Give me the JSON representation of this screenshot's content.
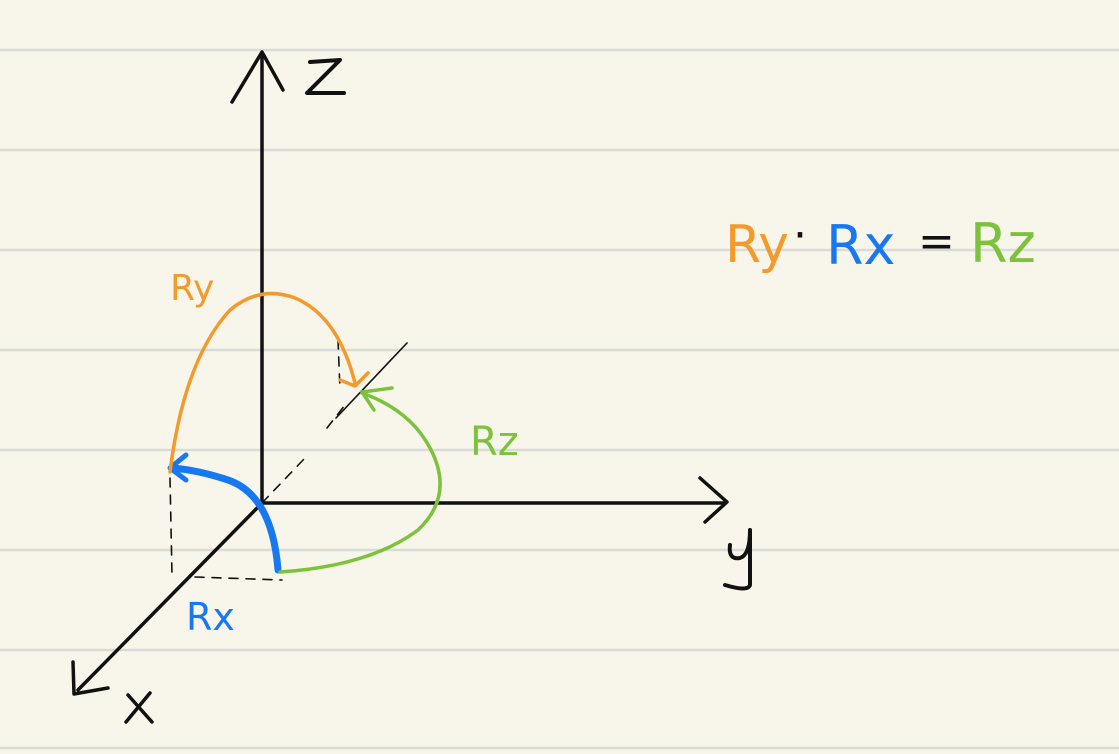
{
  "colors": {
    "paper": "#f8f6ea",
    "rule_line": "#d9dbd8",
    "ink": "#111111",
    "orange": "#f39a2c",
    "blue": "#1778f2",
    "green": "#7cc23d"
  },
  "axes": {
    "z_label": "z",
    "y_label": "y",
    "x_label": "x"
  },
  "rotations": {
    "ry_label": "Ry",
    "rx_label": "Rx",
    "rz_label": "Rz"
  },
  "equation": {
    "term1": "Ry",
    "dot": "·",
    "term2": "Rx",
    "equals": "=",
    "result": "Rz"
  }
}
